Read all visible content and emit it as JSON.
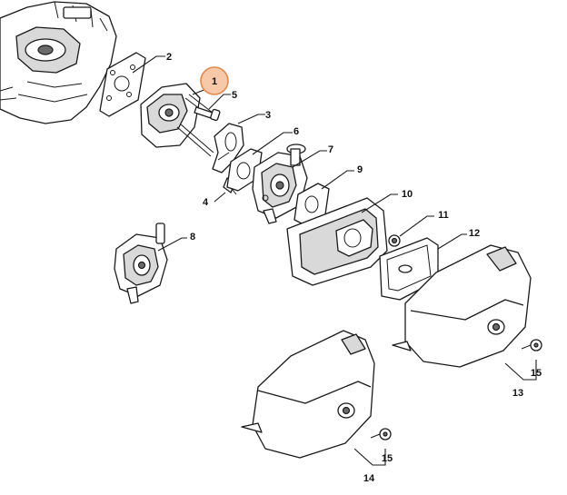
{
  "callouts": [
    {
      "id": "c1",
      "text": "1",
      "highlight": true
    },
    {
      "id": "c2",
      "text": "2"
    },
    {
      "id": "c3",
      "text": "3"
    },
    {
      "id": "c4",
      "text": "4"
    },
    {
      "id": "c5",
      "text": "5"
    },
    {
      "id": "c6",
      "text": "6"
    },
    {
      "id": "c7",
      "text": "7"
    },
    {
      "id": "c8",
      "text": "8"
    },
    {
      "id": "c9",
      "text": "9"
    },
    {
      "id": "c10",
      "text": "10"
    },
    {
      "id": "c11",
      "text": "11"
    },
    {
      "id": "c12",
      "text": "12"
    },
    {
      "id": "c13",
      "text": "13"
    },
    {
      "id": "c14",
      "text": "14"
    },
    {
      "id": "c15a",
      "text": "15"
    },
    {
      "id": "c15b",
      "text": "15"
    }
  ],
  "colors": {
    "highlight_fill": "#f7c9a8",
    "highlight_stroke": "#e08a50",
    "line": "#1a1a1a"
  }
}
